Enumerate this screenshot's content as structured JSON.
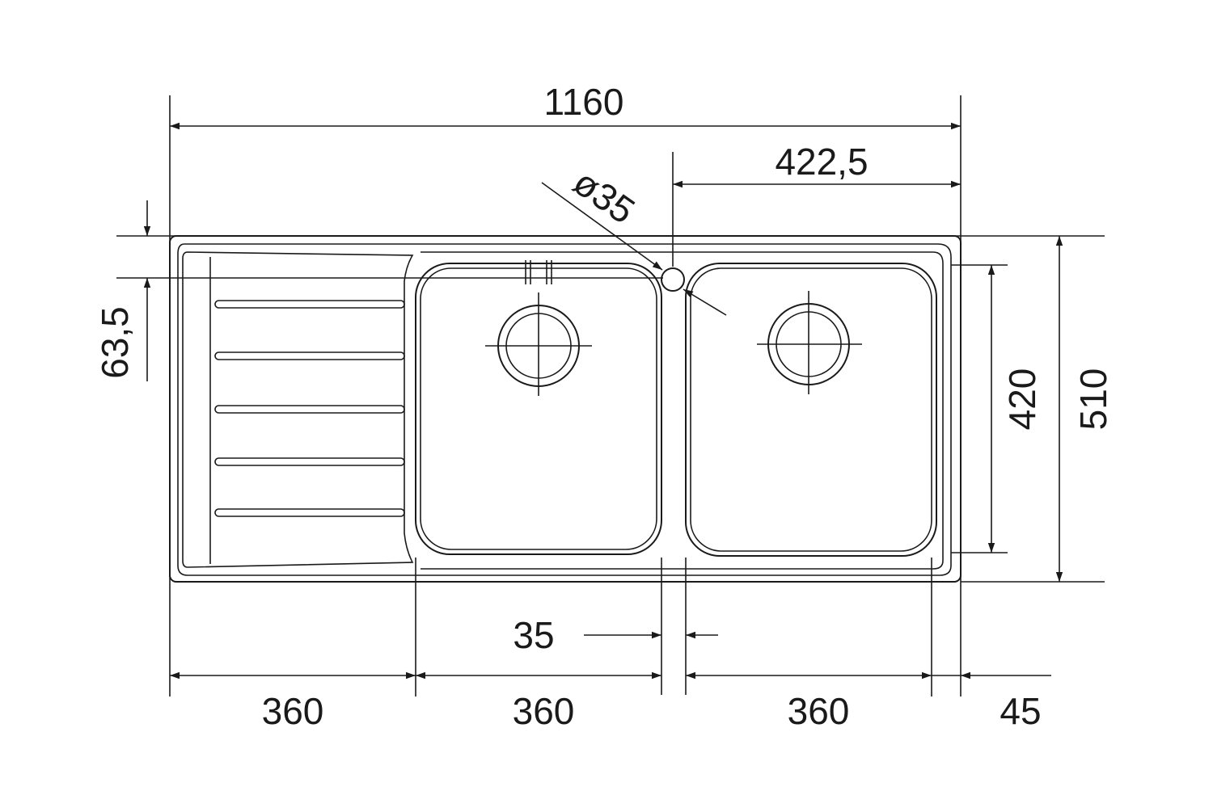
{
  "colors": {
    "line": "#1a1a1a",
    "background": "#ffffff"
  },
  "dimensions": {
    "overall_width": "1160",
    "right_bowl_offset": "422,5",
    "tap_hole_diameter": "ø35",
    "rim_height": "63,5",
    "inner_depth": "420",
    "overall_depth": "510",
    "bowl_gap": "35",
    "drainer_width": "360",
    "left_bowl_width": "360",
    "right_bowl_width": "360",
    "right_edge": "45"
  }
}
